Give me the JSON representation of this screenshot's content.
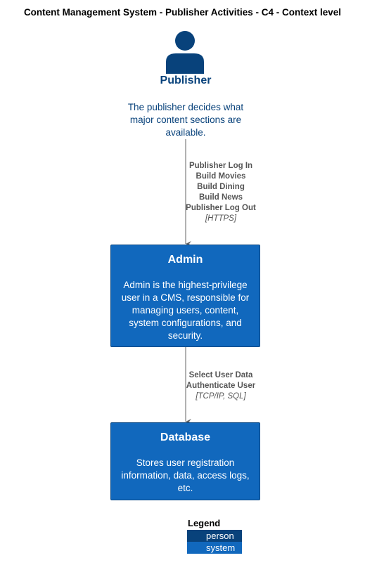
{
  "title": "Content Management System - Publisher Activities - C4 - Context level",
  "person": {
    "name": "Publisher",
    "description": "The publisher decides what major content sections are available."
  },
  "systems": [
    {
      "name": "Admin",
      "description": "Admin is the highest-privilege user in a CMS, responsible for managing users, content, system configurations, and security."
    },
    {
      "name": "Database",
      "description": "Stores user registration information, data, access logs, etc."
    }
  ],
  "relations": [
    {
      "lines": [
        "Publisher Log In",
        "Build Movies",
        "Build Dining",
        "Build News",
        "Publisher Log Out"
      ],
      "technology": "[HTTPS]"
    },
    {
      "lines": [
        "Select User Data",
        "Authenticate User"
      ],
      "technology": "[TCP/IP, SQL]"
    }
  ],
  "legend": {
    "title": "Legend",
    "items": [
      {
        "label": "person",
        "color": "#08427b"
      },
      {
        "label": "system",
        "color": "#1168bd"
      }
    ]
  },
  "colors": {
    "person": "#08427b",
    "system": "#1168bd",
    "arrow": "#666666"
  }
}
